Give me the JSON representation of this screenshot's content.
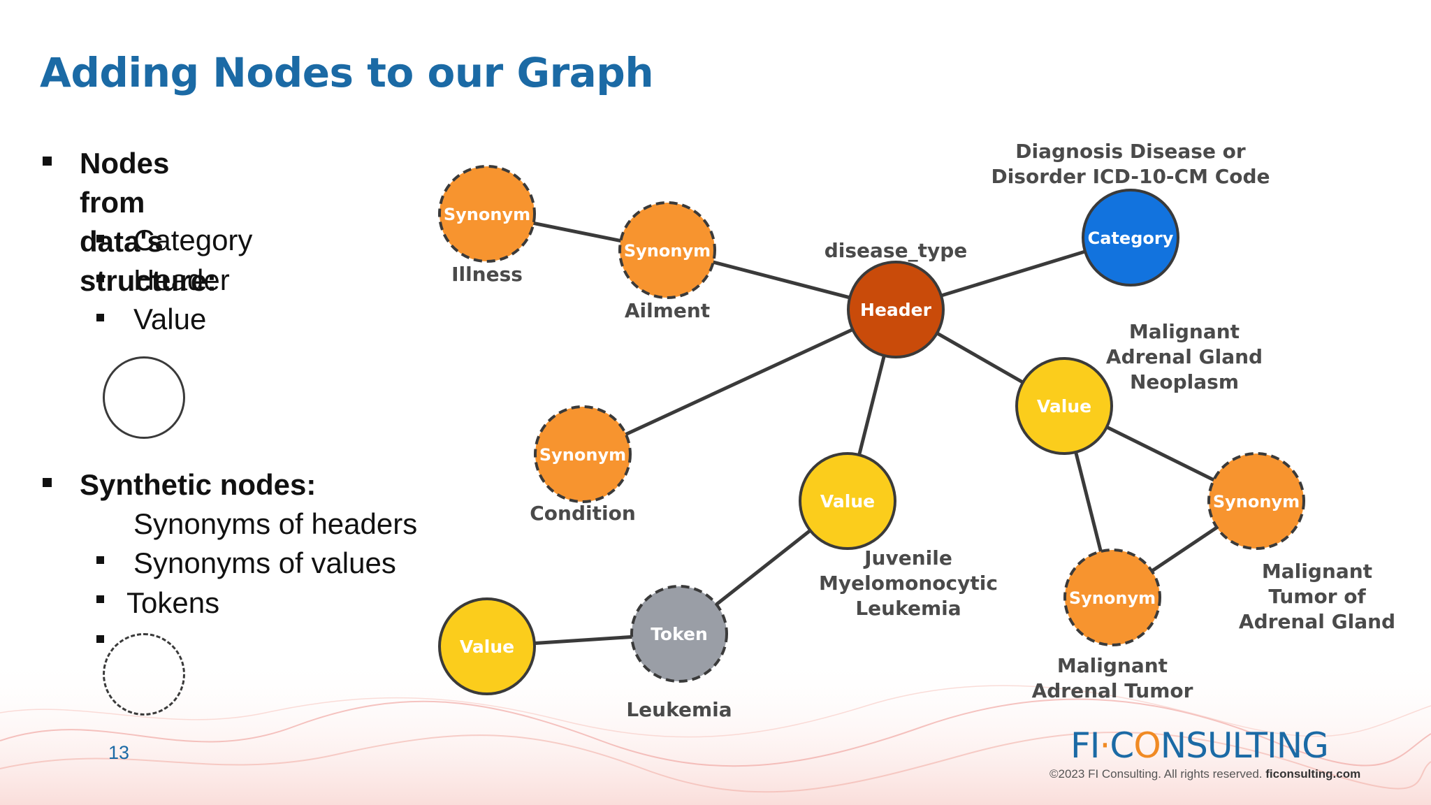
{
  "slide": {
    "title": "Adding Nodes to our Graph",
    "page_number": "13"
  },
  "bullets": {
    "group1_title_line1": "Nodes from data's",
    "group1_title_line2": "structure:",
    "group1_items": [
      "Category",
      "Header",
      "Value"
    ],
    "group2_title": "Synthetic nodes:",
    "group2_items": [
      "Synonyms of headers",
      "Synonyms of values",
      "Tokens"
    ]
  },
  "legend": {
    "solid_circle_icon": "solid-circle-icon",
    "dashed_circle_icon": "dashed-circle-icon"
  },
  "graph": {
    "colors": {
      "synonym": "#f7942f",
      "header": "#c94b0a",
      "category": "#1273de",
      "value": "#fbcd1c",
      "token": "#9a9ea6",
      "edge": "#3a3a3a"
    },
    "nodes": [
      {
        "id": "syn-illness",
        "kind": "synonym",
        "label": "Synonym",
        "caption": "Illness"
      },
      {
        "id": "syn-ailment",
        "kind": "synonym",
        "label": "Synonym",
        "caption": "Ailment"
      },
      {
        "id": "header",
        "kind": "header",
        "label": "Header",
        "caption": "disease_type"
      },
      {
        "id": "category",
        "kind": "category",
        "label": "Category",
        "caption": "Diagnosis Disease or\nDisorder ICD-10-CM Code"
      },
      {
        "id": "syn-condition",
        "kind": "synonym",
        "label": "Synonym",
        "caption": "Condition"
      },
      {
        "id": "value-jml",
        "kind": "value",
        "label": "Value",
        "caption": "Juvenile\nMyelomonocytic\nLeukemia"
      },
      {
        "id": "value-mag",
        "kind": "value",
        "label": "Value",
        "caption": "Malignant\nAdrenal Gland\nNeoplasm"
      },
      {
        "id": "syn-tumor-of",
        "kind": "synonym",
        "label": "Synonym",
        "caption": "Malignant\nTumor of\nAdrenal Gland"
      },
      {
        "id": "syn-adrenal-tumor",
        "kind": "synonym",
        "label": "Synonym",
        "caption": "Malignant\nAdrenal Tumor"
      },
      {
        "id": "token",
        "kind": "token",
        "label": "Token",
        "caption": "Leukemia"
      },
      {
        "id": "value-leukemia",
        "kind": "value",
        "label": "Value",
        "caption": ""
      }
    ],
    "edges": [
      [
        "syn-illness",
        "syn-ailment"
      ],
      [
        "syn-ailment",
        "header"
      ],
      [
        "header",
        "category"
      ],
      [
        "header",
        "syn-condition"
      ],
      [
        "header",
        "value-jml"
      ],
      [
        "header",
        "value-mag"
      ],
      [
        "value-mag",
        "syn-tumor-of"
      ],
      [
        "value-mag",
        "syn-adrenal-tumor"
      ],
      [
        "syn-tumor-of",
        "syn-adrenal-tumor"
      ],
      [
        "value-jml",
        "token"
      ],
      [
        "token",
        "value-leukemia"
      ]
    ]
  },
  "footer": {
    "logo_fi": "FI",
    "logo_dot": "·",
    "logo_c": "C",
    "logo_ring": "O",
    "logo_rest": "NSULTING",
    "copyright": "©2023 FI Consulting. All rights reserved. ",
    "site": "ficonsulting.com"
  }
}
